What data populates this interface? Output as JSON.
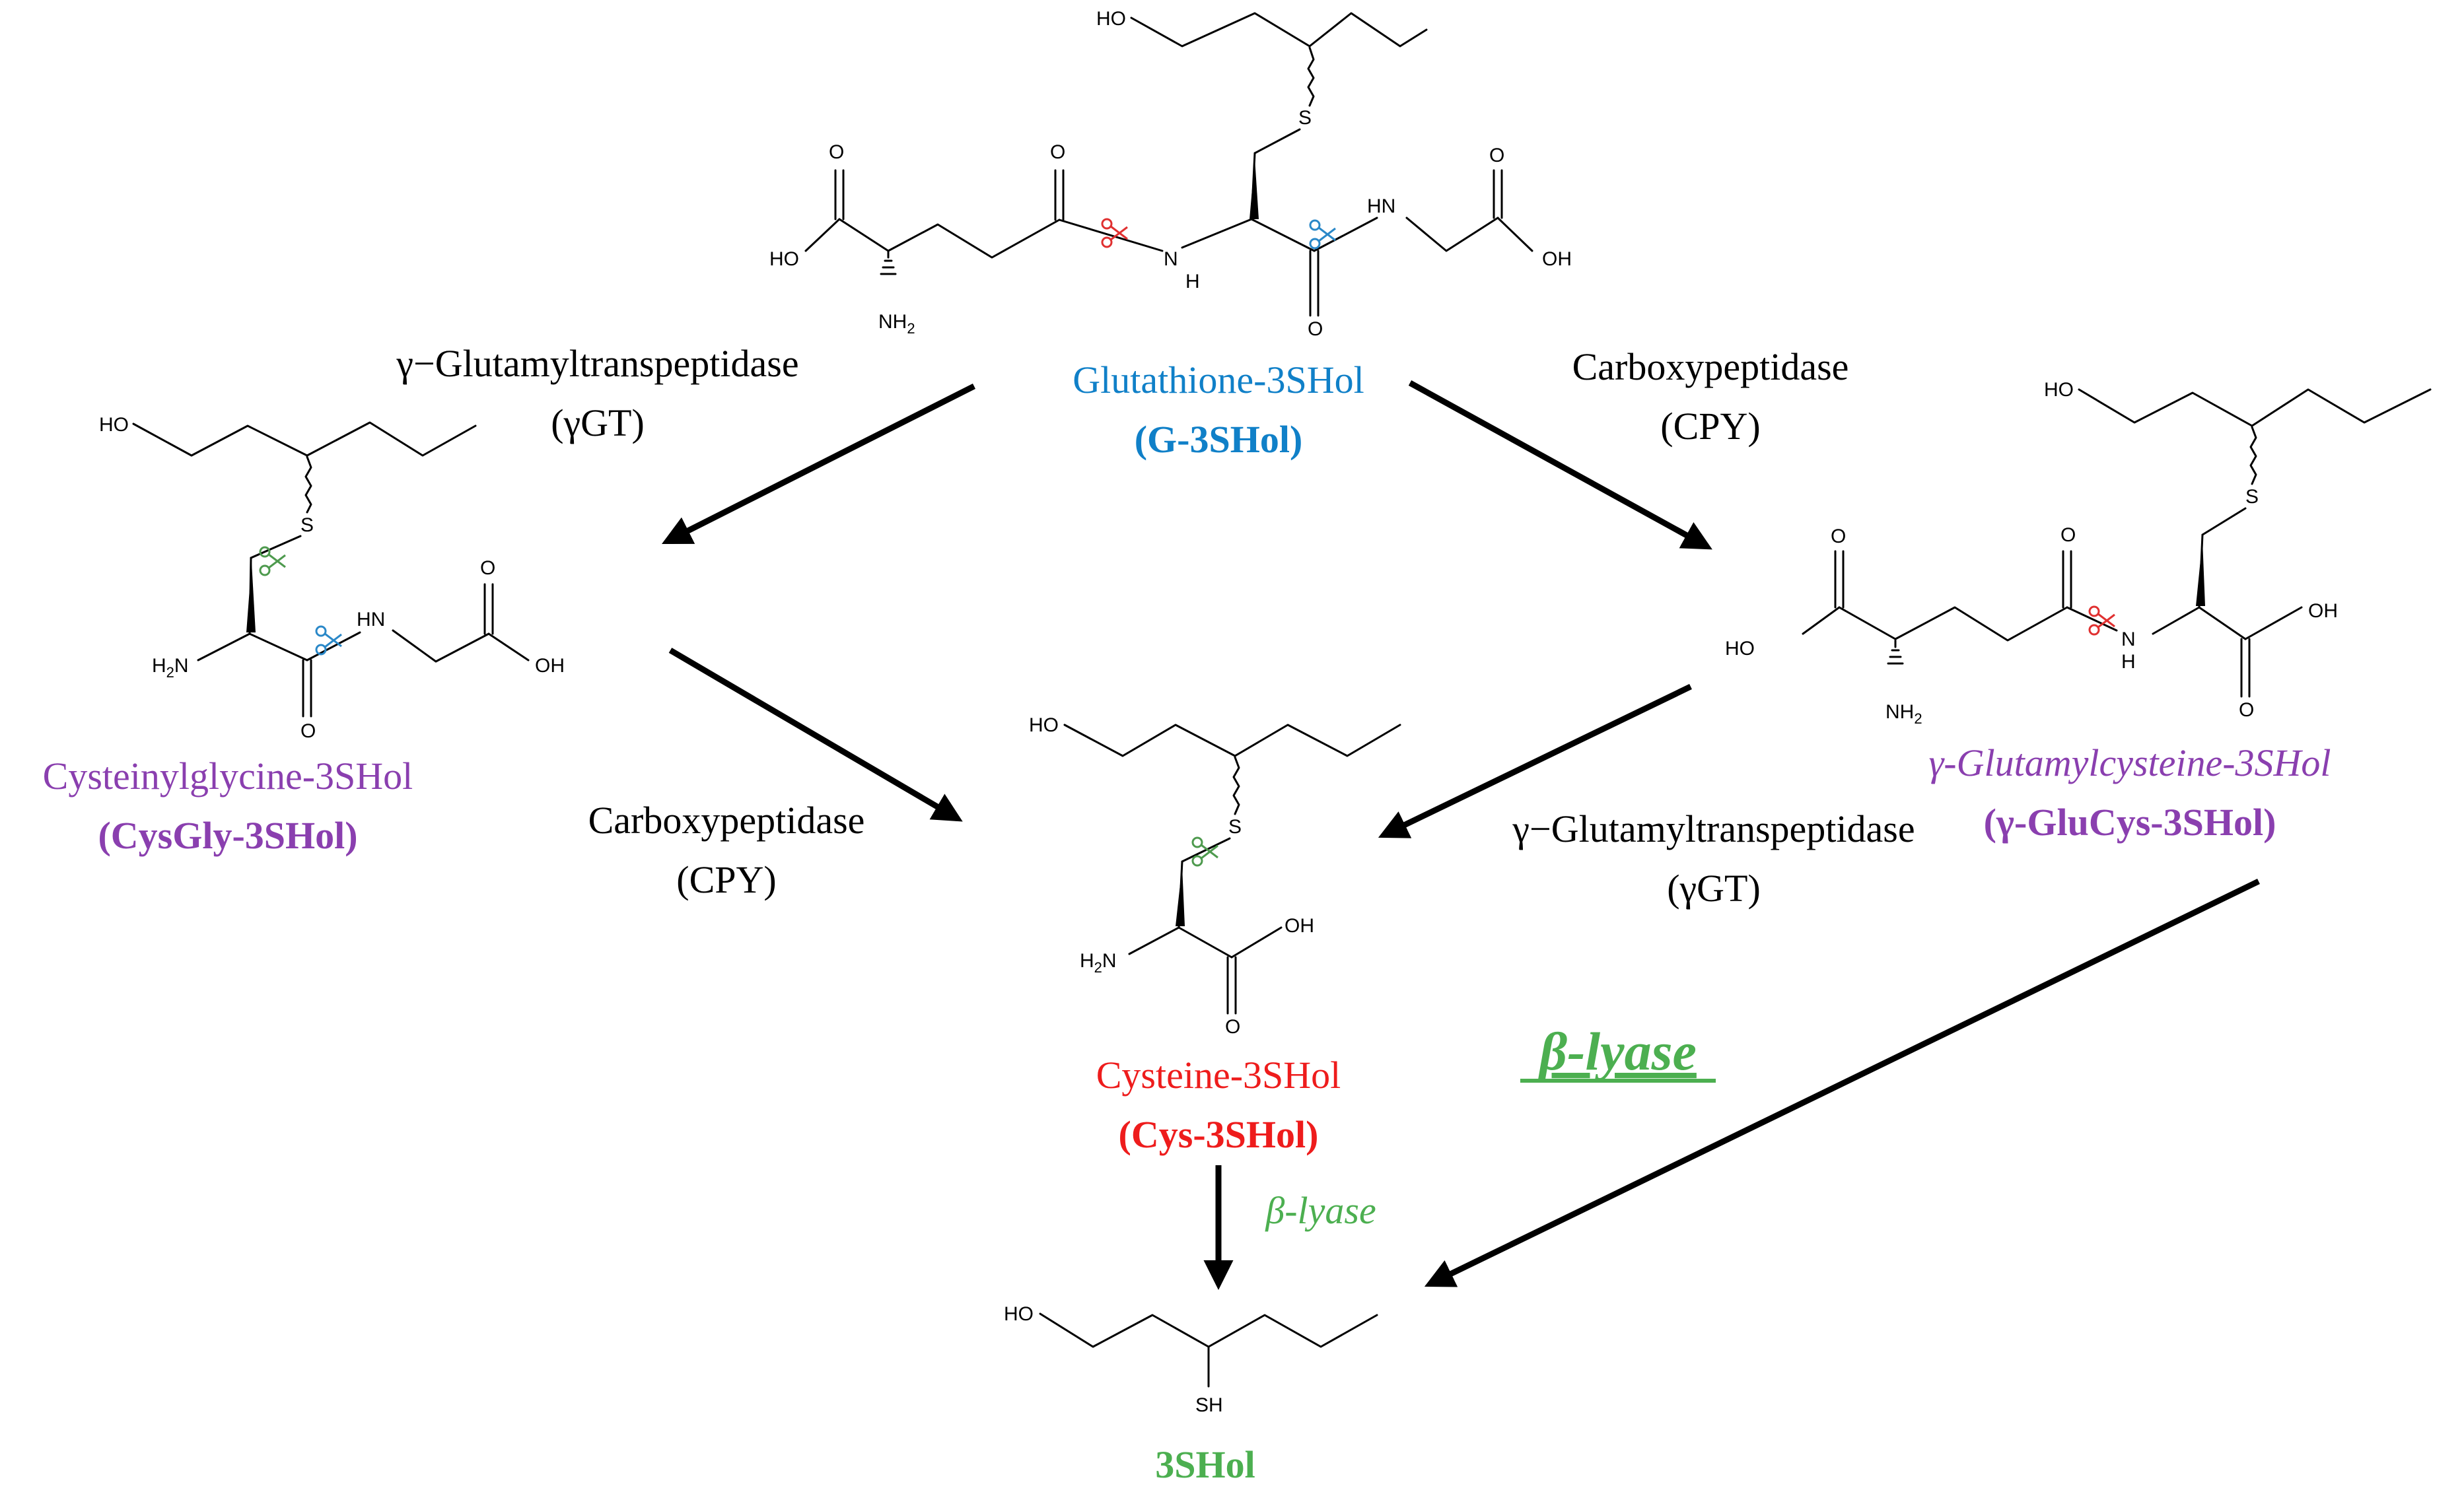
{
  "colors": {
    "black": "#000000",
    "blue": "#1080C8",
    "purple": "#8A3FAF",
    "red": "#EE1C1C",
    "green": "#4CAF50",
    "scissor_red": "#E03030",
    "scissor_blue": "#2A88C8",
    "scissor_green": "#4E9A4E"
  },
  "compounds": {
    "g3shol": {
      "name": "Glutathione-3SHol",
      "abbr": "(G-3SHol)"
    },
    "cysgly": {
      "name": "Cysteinylglycine-3SHol",
      "abbr": "(CysGly-3SHol)"
    },
    "glucys": {
      "name": "γ-Glutamylcysteine-3SHol",
      "abbr": "(γ-GluCys-3SHol)"
    },
    "cys": {
      "name": "Cysteine-3SHol",
      "abbr": "(Cys-3SHol)"
    },
    "shol": {
      "name": "3SHol"
    }
  },
  "enzymes": {
    "ggt_left": {
      "name": "γ−Glutamyltranspeptidase",
      "abbr": "(γGT)"
    },
    "cpy_right": {
      "name": "Carboxypeptidase",
      "abbr": "(CPY)"
    },
    "cpy_left": {
      "name": "Carboxypeptidase",
      "abbr": "(CPY)"
    },
    "ggt_right": {
      "name": "γ−Glutamyltranspeptidase",
      "abbr": "(γGT)"
    },
    "blyase_center": "β-lyase",
    "blyase_small": "β-lyase"
  },
  "atoms": {
    "HO": "HO",
    "OH": "OH",
    "O": "O",
    "S": "S",
    "SH": "SH",
    "N": "N",
    "H": "H",
    "NH2": "NH",
    "H2N": "H",
    "sub2": "2",
    "HN": "HN"
  },
  "icons": [
    "scissors-icon"
  ]
}
